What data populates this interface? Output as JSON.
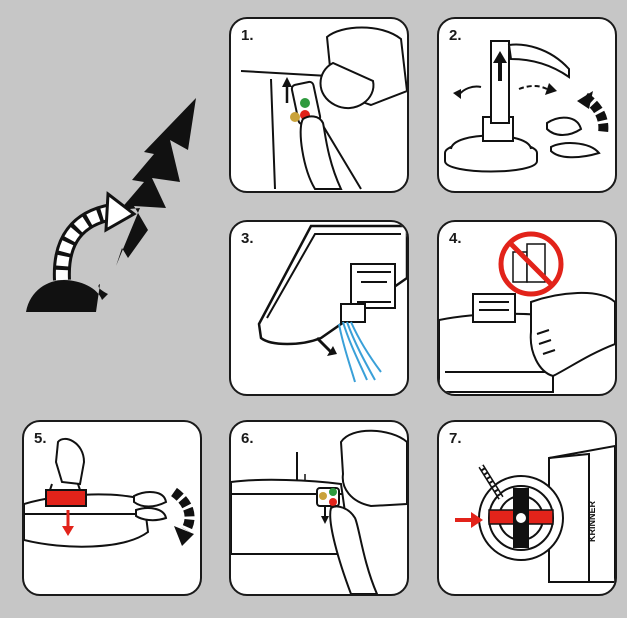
{
  "colors": {
    "background": "#c6c6c6",
    "panel": "#ffffff",
    "ink": "#1a1a1a",
    "accent_red": "#e2231a",
    "accent_green": "#2e9a3e",
    "accent_yellow": "#c9a23a",
    "water_blue": "#3aa0d8"
  },
  "steps": [
    {
      "number": "1.",
      "icon": "press-release-lever-icon"
    },
    {
      "number": "2.",
      "icon": "pull-tube-up-icon"
    },
    {
      "number": "3.",
      "icon": "drain-water-icon"
    },
    {
      "number": "4.",
      "icon": "wipe-clean-no-chemicals-icon"
    },
    {
      "number": "5.",
      "icon": "push-grip-down-icon"
    },
    {
      "number": "6.",
      "icon": "press-lever-release-icon"
    },
    {
      "number": "7.",
      "icon": "store-in-box-icon"
    }
  ],
  "intro_icon": "tree-removed-from-stand-icon",
  "brand_text": "KRINNER"
}
